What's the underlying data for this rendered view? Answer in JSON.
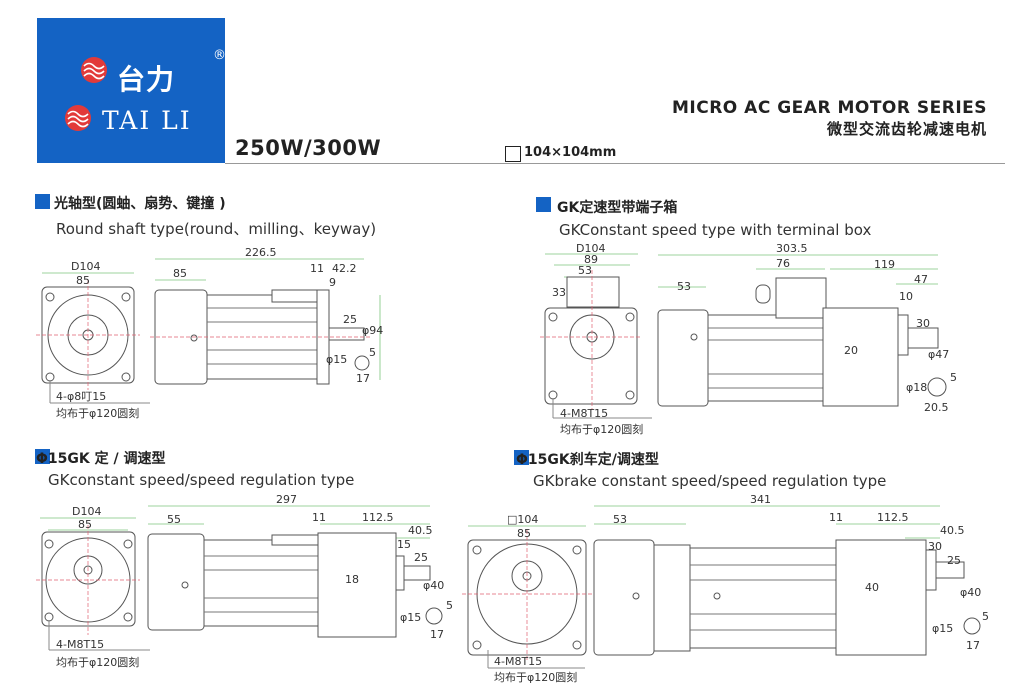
{
  "header": {
    "logo_cn": "台力",
    "logo_reg": "®",
    "logo_en": "TAI LI",
    "power": "250W/300W",
    "size": "104×104mm",
    "series_en": "MICRO AC GEAR MOTOR SERIES",
    "series_cn": "微型交流齿轮减速电机",
    "brand_color": "#1463c4"
  },
  "sections": [
    {
      "title": "光轴型(圆蚰、扇势、键撞 )",
      "subtitle": "Round shaft type(round、milling、keyway)",
      "dims": {
        "d": "D104",
        "a": "85",
        "total": "226.5",
        "b": "85",
        "c": "11",
        "d2": "42.2",
        "e": "9",
        "f": "25",
        "g": "φ94",
        "h": "φ15",
        "i": "5",
        "j": "17",
        "hole": "4-φ8叮15",
        "pcd": "均布于φ120圆刻"
      }
    },
    {
      "title": "GK定速型带端子箱",
      "subtitle": "GKConstant speed type with terminal box",
      "dims": {
        "d": "D104",
        "a": "89",
        "a2": "53",
        "a3": "33",
        "total": "303.5",
        "b": "53",
        "c": "76",
        "d2": "119",
        "e": "47",
        "f": "10",
        "g": "30",
        "h": "20",
        "i": "φ47",
        "j": "φ18",
        "k": "5",
        "l": "20.5",
        "hole": "4-M8T15",
        "pcd": "均布于φ120圆刻"
      }
    },
    {
      "title": "Φ15GK 定 / 调速型",
      "subtitle": "GKconstant speed/speed regulation type",
      "dims": {
        "d": "D104",
        "a": "85",
        "total": "297",
        "b": "55",
        "c": "11",
        "d2": "112.5",
        "e": "40.5",
        "f": "15",
        "g": "25",
        "h": "18",
        "i": "φ40",
        "j": "φ15",
        "k": "5",
        "l": "17",
        "hole": "4-M8T15",
        "pcd": "均布于φ120圆刻"
      }
    },
    {
      "title": "Φ15GK刹车定/调速型",
      "subtitle": "GKbrake constant speed/speed regulation type",
      "dims": {
        "d": "□104",
        "a": "85",
        "total": "341",
        "b": "53",
        "c": "11",
        "d2": "112.5",
        "e": "40.5",
        "f": "30",
        "g": "25",
        "h": "40",
        "i": "φ40",
        "j": "φ15",
        "k": "5",
        "l": "17",
        "hole": "4-M8T15",
        "pcd": "均布于φ120圆刻"
      }
    }
  ]
}
